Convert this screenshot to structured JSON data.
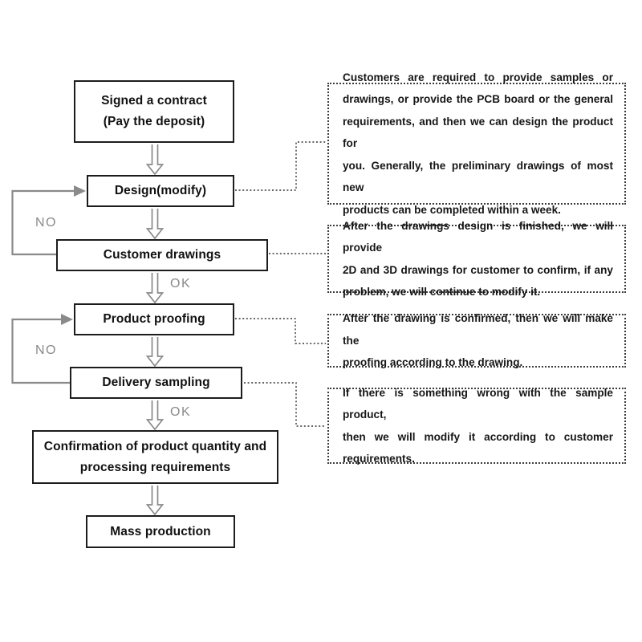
{
  "flow": {
    "boxes": [
      {
        "lines": [
          "Signed a contract",
          "(Pay the deposit)"
        ]
      },
      {
        "lines": [
          "Design(modify)"
        ]
      },
      {
        "lines": [
          "Customer drawings"
        ]
      },
      {
        "lines": [
          "Product proofing"
        ]
      },
      {
        "lines": [
          "Delivery sampling"
        ]
      },
      {
        "lines": [
          "Confirmation of product quantity and",
          "processing requirements"
        ]
      },
      {
        "lines": [
          "Mass production"
        ]
      }
    ],
    "labels": {
      "no_design": "NO",
      "no_proofing": "NO",
      "ok_drawings": "OK",
      "ok_sampling": "OK"
    }
  },
  "notes": [
    {
      "lines": [
        "Customers are required to provide samples or",
        "drawings, or provide the PCB board or the general",
        "requirements, and then we can design the product for",
        "you. Generally, the preliminary drawings of most new",
        "products can be completed within a week."
      ]
    },
    {
      "lines": [
        "After the drawings design is finished, we will provide",
        "2D and 3D drawings for customer to confirm, if any",
        "problem, we will continue to modify it."
      ]
    },
    {
      "lines": [
        "After the drawing is confirmed, then we will make the",
        "proofing according to the drawing."
      ]
    },
    {
      "lines": [
        "If there is something wrong with the sample product,",
        "then we will modify it according to customer",
        "requirements."
      ]
    }
  ],
  "colors": {
    "box_border": "#1c1c1c",
    "note_border": "#3c3c3c",
    "arrow_gray": "#8a8a8a",
    "label_gray": "#8a8a8a",
    "dashed_connector": "#333333",
    "text": "#111111",
    "background": "#ffffff"
  }
}
